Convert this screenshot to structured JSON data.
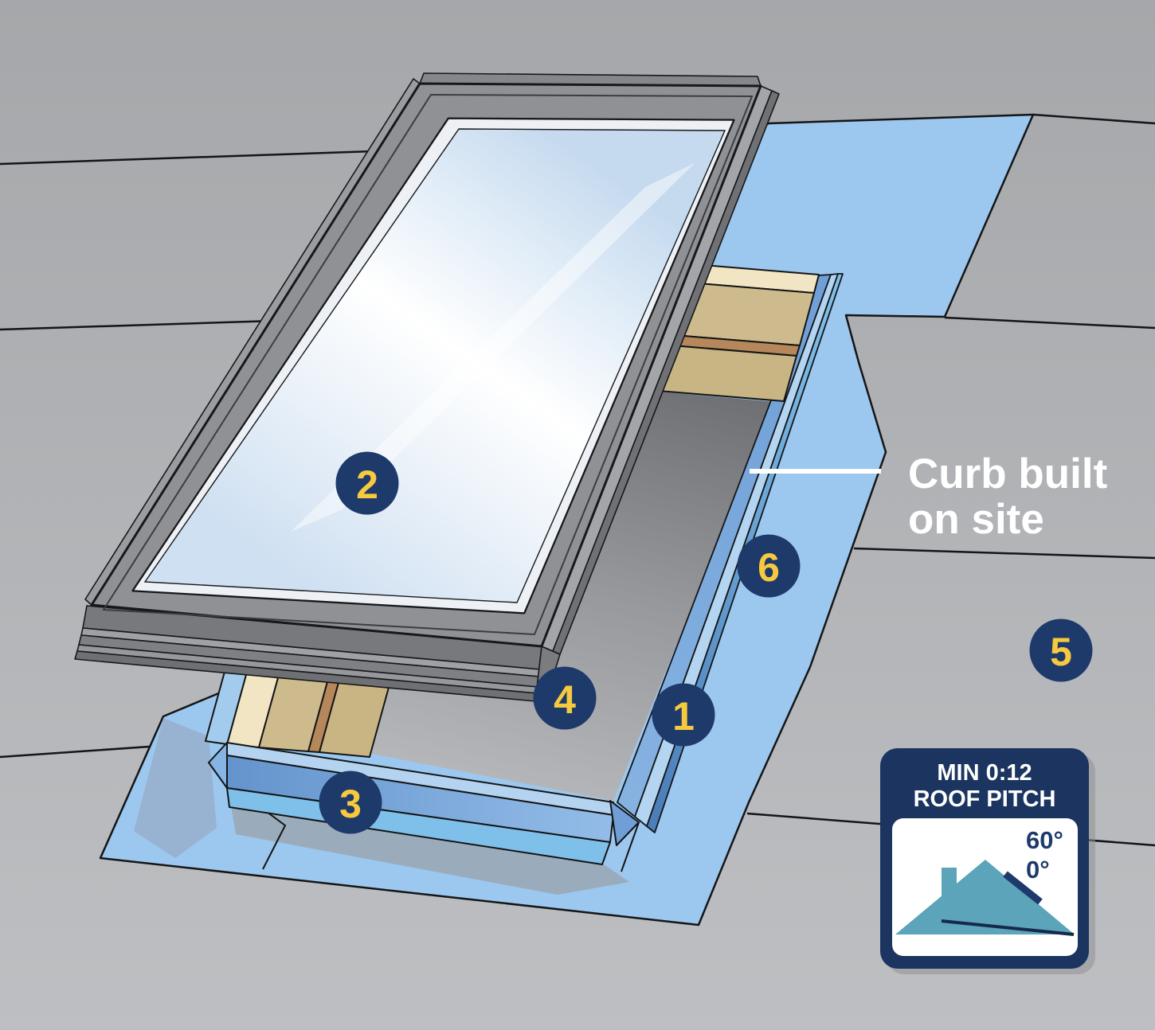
{
  "annotation": {
    "line1": "Curb built",
    "line2": "on site"
  },
  "callouts": [
    {
      "number": "1"
    },
    {
      "number": "2"
    },
    {
      "number": "3"
    },
    {
      "number": "4"
    },
    {
      "number": "5"
    },
    {
      "number": "6"
    }
  ],
  "pitch_badge": {
    "title_line1": "MIN 0:12",
    "title_line2": "ROOF PITCH",
    "angle_upper": "60°",
    "angle_lower": "0°"
  },
  "colors": {
    "callout_bg": "#1d3a6b",
    "callout_number": "#f6c93f",
    "badge_navy": "#1b3560",
    "house_teal": "#5ba4ba",
    "underlayment_blue": "#9cc7ee",
    "flashing_light": "#b3d5f1",
    "flashing_mid": "#6f9fd6",
    "flashing_steel": "#4c7fb9",
    "flashing_cyan": "#7fc0ea",
    "wood_cream": "#f1e5c3",
    "wood_tan": "#cdbb8e",
    "wood_brown": "#b5875a",
    "roof_gray": "#aaacaf",
    "annotation_white": "#ffffff"
  }
}
